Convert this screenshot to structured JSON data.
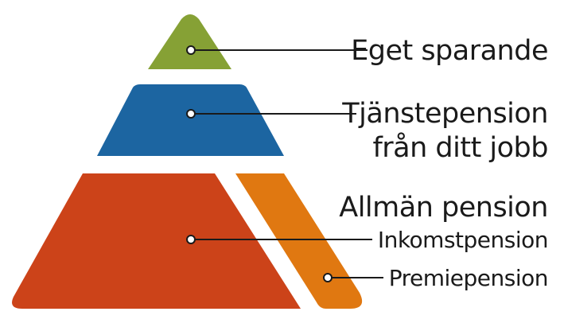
{
  "tiers": {
    "eget": {
      "label": "Eget sparande",
      "color": "#86a135"
    },
    "tjanste": {
      "label_line1": "Tjänstepension",
      "label_line2": "från ditt jobb",
      "color": "#1c65a1"
    },
    "allman": {
      "label": "Allmän pension"
    },
    "inkomst": {
      "label": "Inkomstpension",
      "color": "#cc4319"
    },
    "premie": {
      "label": "Premiepension",
      "color": "#e07811"
    }
  },
  "leader_line_color": "#1a1a1a"
}
